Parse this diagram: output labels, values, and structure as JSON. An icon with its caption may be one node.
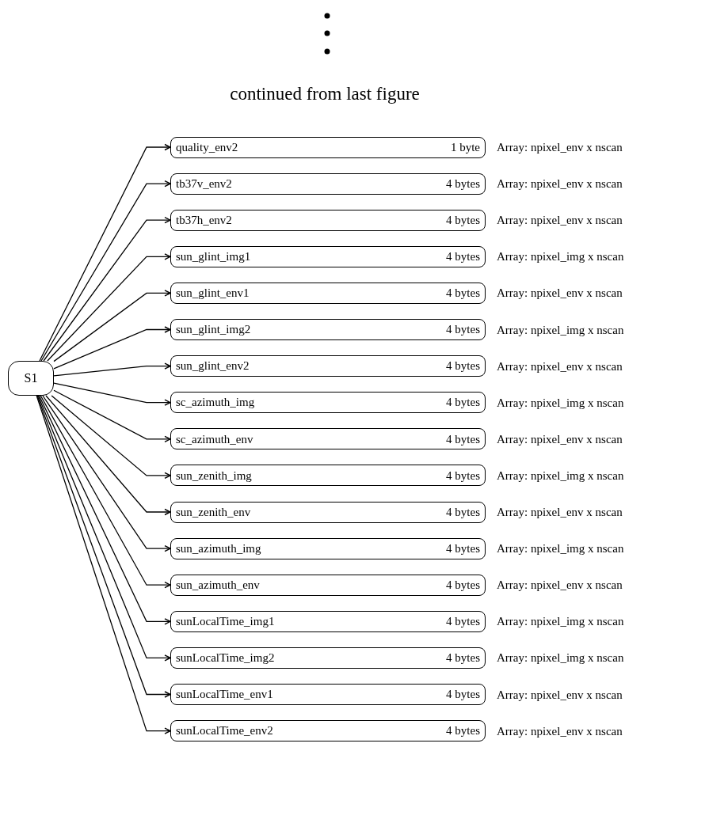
{
  "diagram": {
    "nodes": [
      {
        "text": [
          "S1"
        ]
      },
      {
        "text": [
          "quality_env2",
          "1 byte"
        ],
        "beside": [
          "Array: npixel_env x nscan"
        ]
      },
      {
        "text": [
          "tb37v_env2",
          "4 bytes"
        ],
        "beside": [
          "Array: npixel_env x nscan"
        ]
      },
      {
        "text": [
          "tb37h_env2",
          "4 bytes"
        ],
        "beside": [
          "Array: npixel_env x nscan"
        ]
      },
      {
        "text": [
          "sun_glint_img1",
          "4 bytes"
        ],
        "beside": [
          "Array: npixel_img x nscan"
        ]
      },
      {
        "text": [
          "sun_glint_env1",
          "4 bytes"
        ],
        "beside": [
          "Array: npixel_env x nscan"
        ]
      },
      {
        "text": [
          "sun_glint_img2",
          "4 bytes"
        ],
        "beside": [
          "Array: npixel_img x nscan"
        ]
      },
      {
        "text": [
          "sun_glint_env2",
          "4 bytes"
        ],
        "beside": [
          "Array: npixel_env x nscan"
        ]
      },
      {
        "text": [
          "sc_azimuth_img",
          "4 bytes"
        ],
        "beside": [
          "Array: npixel_img x nscan"
        ]
      },
      {
        "text": [
          "sc_azimuth_env",
          "4 bytes"
        ],
        "beside": [
          "Array: npixel_env x nscan"
        ]
      },
      {
        "text": [
          "sun_zenith_img",
          "4 bytes"
        ],
        "beside": [
          "Array: npixel_img x nscan"
        ]
      },
      {
        "text": [
          "sun_zenith_env",
          "4 bytes"
        ],
        "beside": [
          "Array: npixel_env x nscan"
        ]
      },
      {
        "text": [
          "sun_azimuth_img",
          "4 bytes"
        ],
        "beside": [
          "Array: npixel_img x nscan"
        ]
      },
      {
        "text": [
          "sun_azimuth_env",
          "4 bytes"
        ],
        "beside": [
          "Array: npixel_env x nscan"
        ]
      },
      {
        "text": [
          "sunLocalTime_img1",
          "4 bytes"
        ],
        "beside": [
          "Array: npixel_img x nscan"
        ]
      },
      {
        "text": [
          "sunLocalTime_img2",
          "4 bytes"
        ],
        "beside": [
          "Array: npixel_img x nscan"
        ]
      },
      {
        "text": [
          "sunLocalTime_env1",
          "4 bytes"
        ],
        "beside": [
          "Array: npixel_env x nscan"
        ]
      },
      {
        "text": [
          "sunLocalTime_env2",
          "4 bytes"
        ],
        "beside": [
          "Array: npixel_env x nscan"
        ]
      }
    ],
    "edges": [
      {
        "from": 0,
        "to": 1,
        "arrow": "to"
      },
      {
        "from": 0,
        "to": 2,
        "arrow": "to"
      },
      {
        "from": 0,
        "to": 3,
        "arrow": "to"
      },
      {
        "from": 0,
        "to": 4,
        "arrow": "to"
      },
      {
        "from": 0,
        "to": 5,
        "arrow": "to"
      },
      {
        "from": 0,
        "to": 6,
        "arrow": "to"
      },
      {
        "from": 0,
        "to": 7,
        "arrow": "to"
      },
      {
        "from": 0,
        "to": 8,
        "arrow": "to"
      },
      {
        "from": 0,
        "to": 9,
        "arrow": "to"
      },
      {
        "from": 0,
        "to": 10,
        "arrow": "to"
      },
      {
        "from": 0,
        "to": 11,
        "arrow": "to"
      },
      {
        "from": 0,
        "to": 12,
        "arrow": "to"
      },
      {
        "from": 0,
        "to": 13,
        "arrow": "to"
      },
      {
        "from": 0,
        "to": 14,
        "arrow": "to"
      },
      {
        "from": 0,
        "to": 15,
        "arrow": "to"
      },
      {
        "from": 0,
        "to": 16,
        "arrow": "to"
      },
      {
        "from": 0,
        "to": 17,
        "arrow": "to"
      }
    ],
    "labels": [
      "continued from last figure"
    ]
  }
}
